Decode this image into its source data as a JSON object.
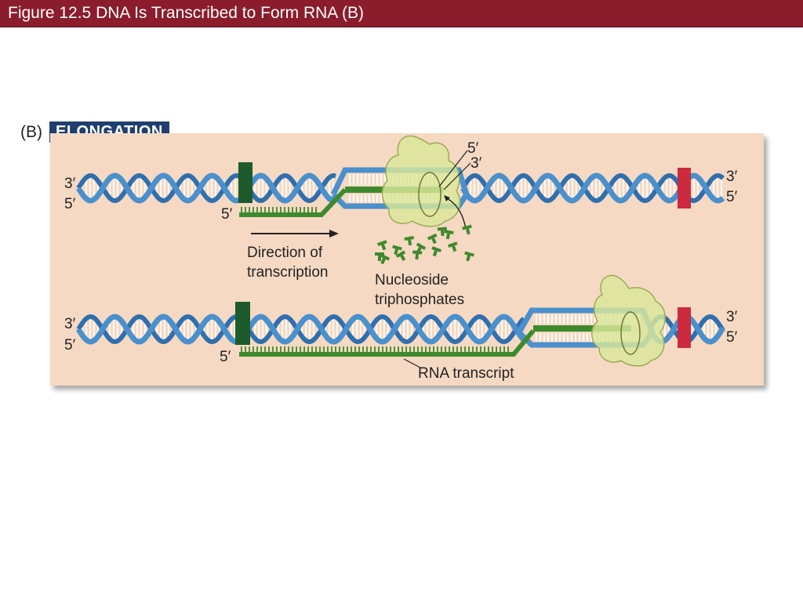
{
  "header": {
    "title": "Figure 12.5 DNA Is Transcribed to Form RNA (B)"
  },
  "figure": {
    "panel_label": "(B)",
    "stage": "ELONGATION",
    "top": {
      "left_3": "3′",
      "left_5": "5′",
      "right_3": "3′",
      "right_5": "5′",
      "rna_5": "5′",
      "pol_5": "5′",
      "pol_3": "3′",
      "direction": [
        "Direction of",
        "transcription"
      ],
      "ntp": [
        "Nucleoside",
        "triphosphates"
      ]
    },
    "bottom": {
      "left_3": "3′",
      "left_5": "5′",
      "right_3": "3′",
      "right_5": "5′",
      "rna_5": "5′",
      "rna_label": "RNA transcript"
    }
  },
  "colors": {
    "title_bar": "#8a1c2b",
    "panel": "#f6d9c3",
    "dna_strand": "#4a90cc",
    "rna_strand": "#3d8a2e",
    "promoter": "#1d5b2c",
    "terminator": "#cc2a3f",
    "polymerase": "#d9e89a"
  }
}
